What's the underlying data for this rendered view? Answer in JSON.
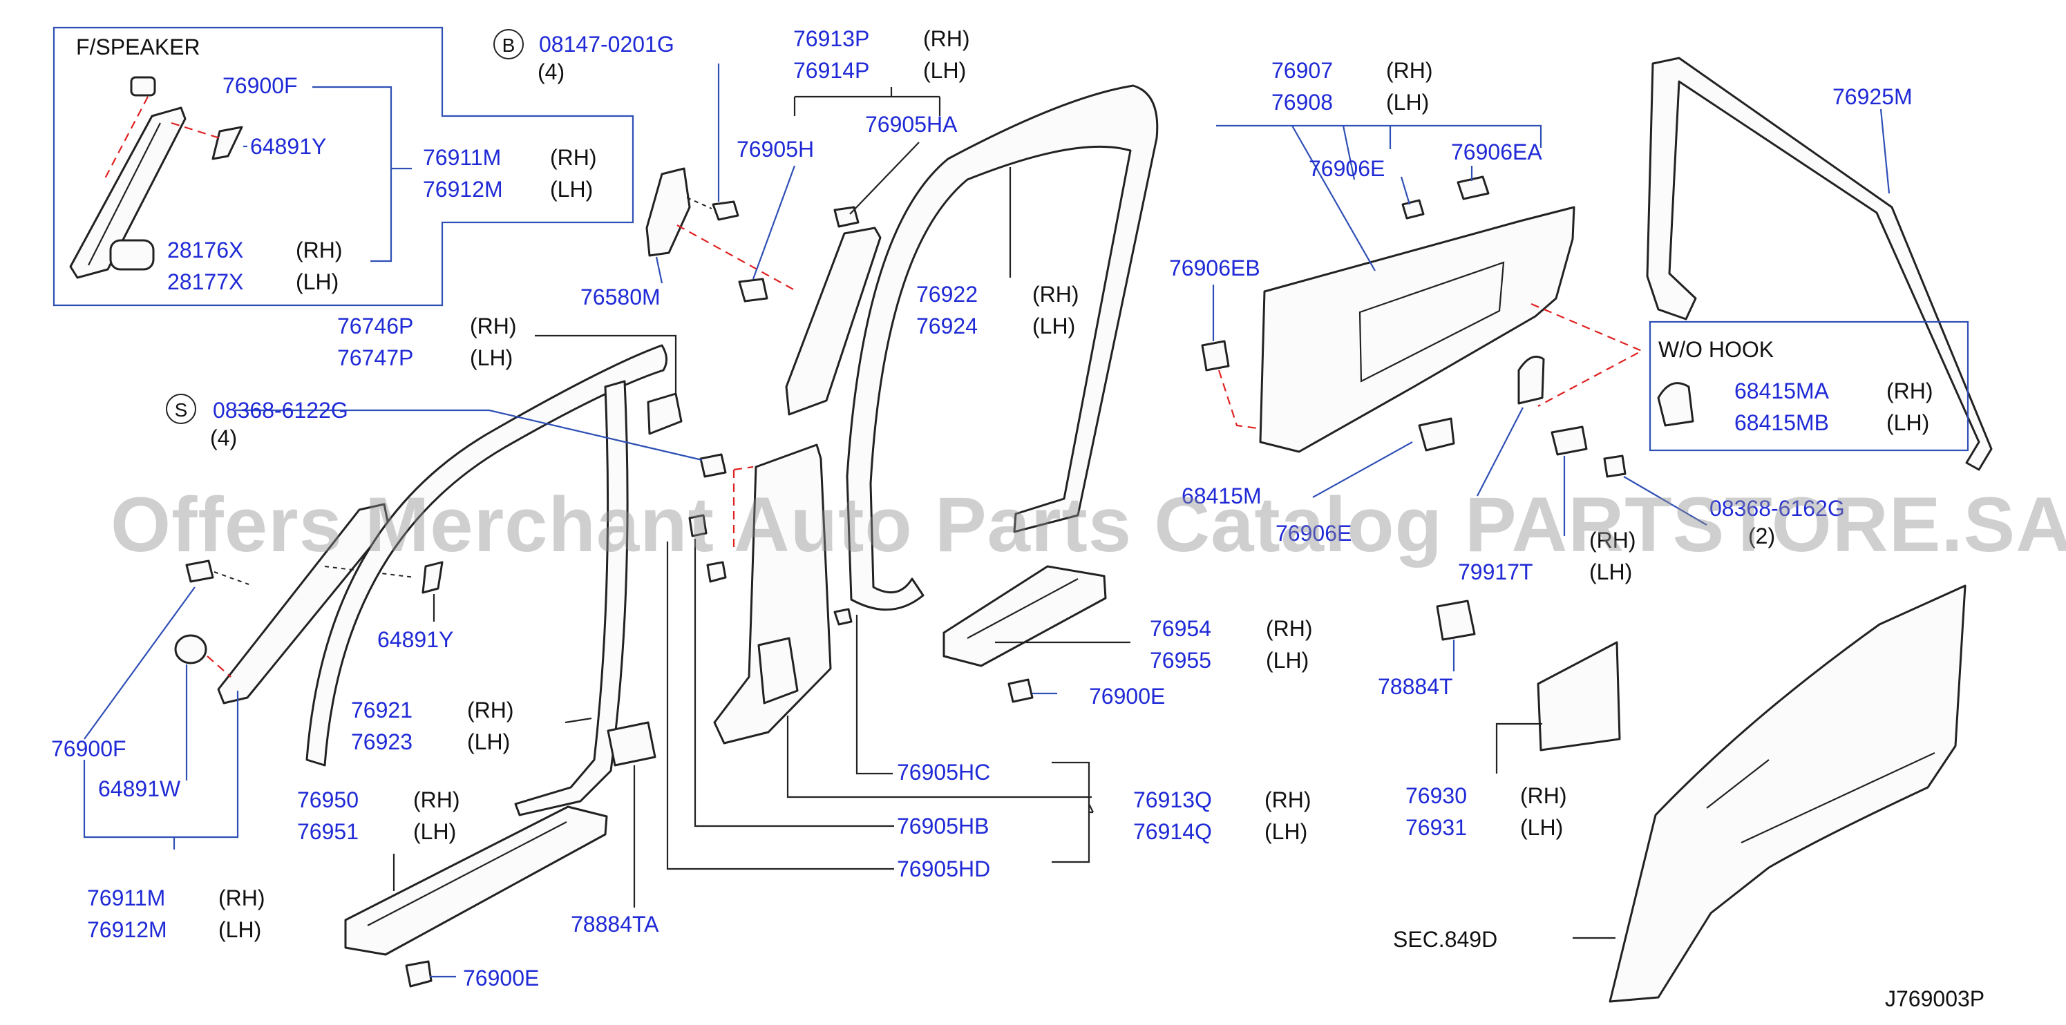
{
  "diagram": {
    "watermark": "Offers Merchant Auto Parts Catalog PARTSTORE.SA",
    "drawing_code": "J769003P",
    "callouts": {
      "b_symbol": "B",
      "s_symbol": "S"
    },
    "fspeaker": {
      "title": "F/SPEAKER",
      "p76900F": "76900F",
      "p64891Y": "64891Y",
      "p76911M": "76911M",
      "p76912M": "76912M",
      "p28176X": "28176X",
      "p28177X": "28177X",
      "rh": "(RH)",
      "lh": "(LH)"
    },
    "left": {
      "p08147": "08147-0201G",
      "q4a": "(4)",
      "p76580M": "76580M",
      "p76746P": "76746P",
      "p76747P": "76747P",
      "p08368": "08368-6122G",
      "q4b": "(4)",
      "p64891Y": "64891Y",
      "p76900F": "76900F",
      "p64891W": "64891W",
      "p76911M": "76911M",
      "p76912M": "76912M",
      "p76921": "76921",
      "p76923": "76923",
      "p76950": "76950",
      "p76951": "76951",
      "p76900E": "76900E",
      "p78884TA": "78884TA"
    },
    "center": {
      "p76913P": "76913P",
      "p76914P": "76914P",
      "p76905HA": "76905HA",
      "p76905H": "76905H",
      "p76922": "76922",
      "p76924": "76924",
      "p76954": "76954",
      "p76955": "76955",
      "p76900E": "76900E",
      "p76905HC": "76905HC",
      "p76905HB": "76905HB",
      "p76905HD": "76905HD",
      "p76913Q": "76913Q",
      "p76914Q": "76914Q"
    },
    "right": {
      "p76907": "76907",
      "p76908": "76908",
      "p76906E": "76906E",
      "p76906EA": "76906EA",
      "p76906EB": "76906EB",
      "p76925M": "76925M",
      "wo_hook": "W/O  HOOK",
      "p68415MA": "68415MA",
      "p68415MB": "68415MB",
      "p68415M": "68415M",
      "p76906E_partial": "76906E",
      "p79917T": "79917T",
      "p78884T": "78884T",
      "p76930": "76930",
      "p76931": "76931",
      "sec": "SEC.849D",
      "p08368_partial": "08368-6162G",
      "q2": "(2)"
    },
    "side_tags": {
      "rh": "(RH)",
      "lh": "(LH)"
    },
    "colors": {
      "part_number": "#1f2ad6",
      "leader": "#2e4fb5",
      "dashed_guide": "#e02020",
      "outline": "#222222",
      "watermark": "#8c8c8c"
    }
  }
}
